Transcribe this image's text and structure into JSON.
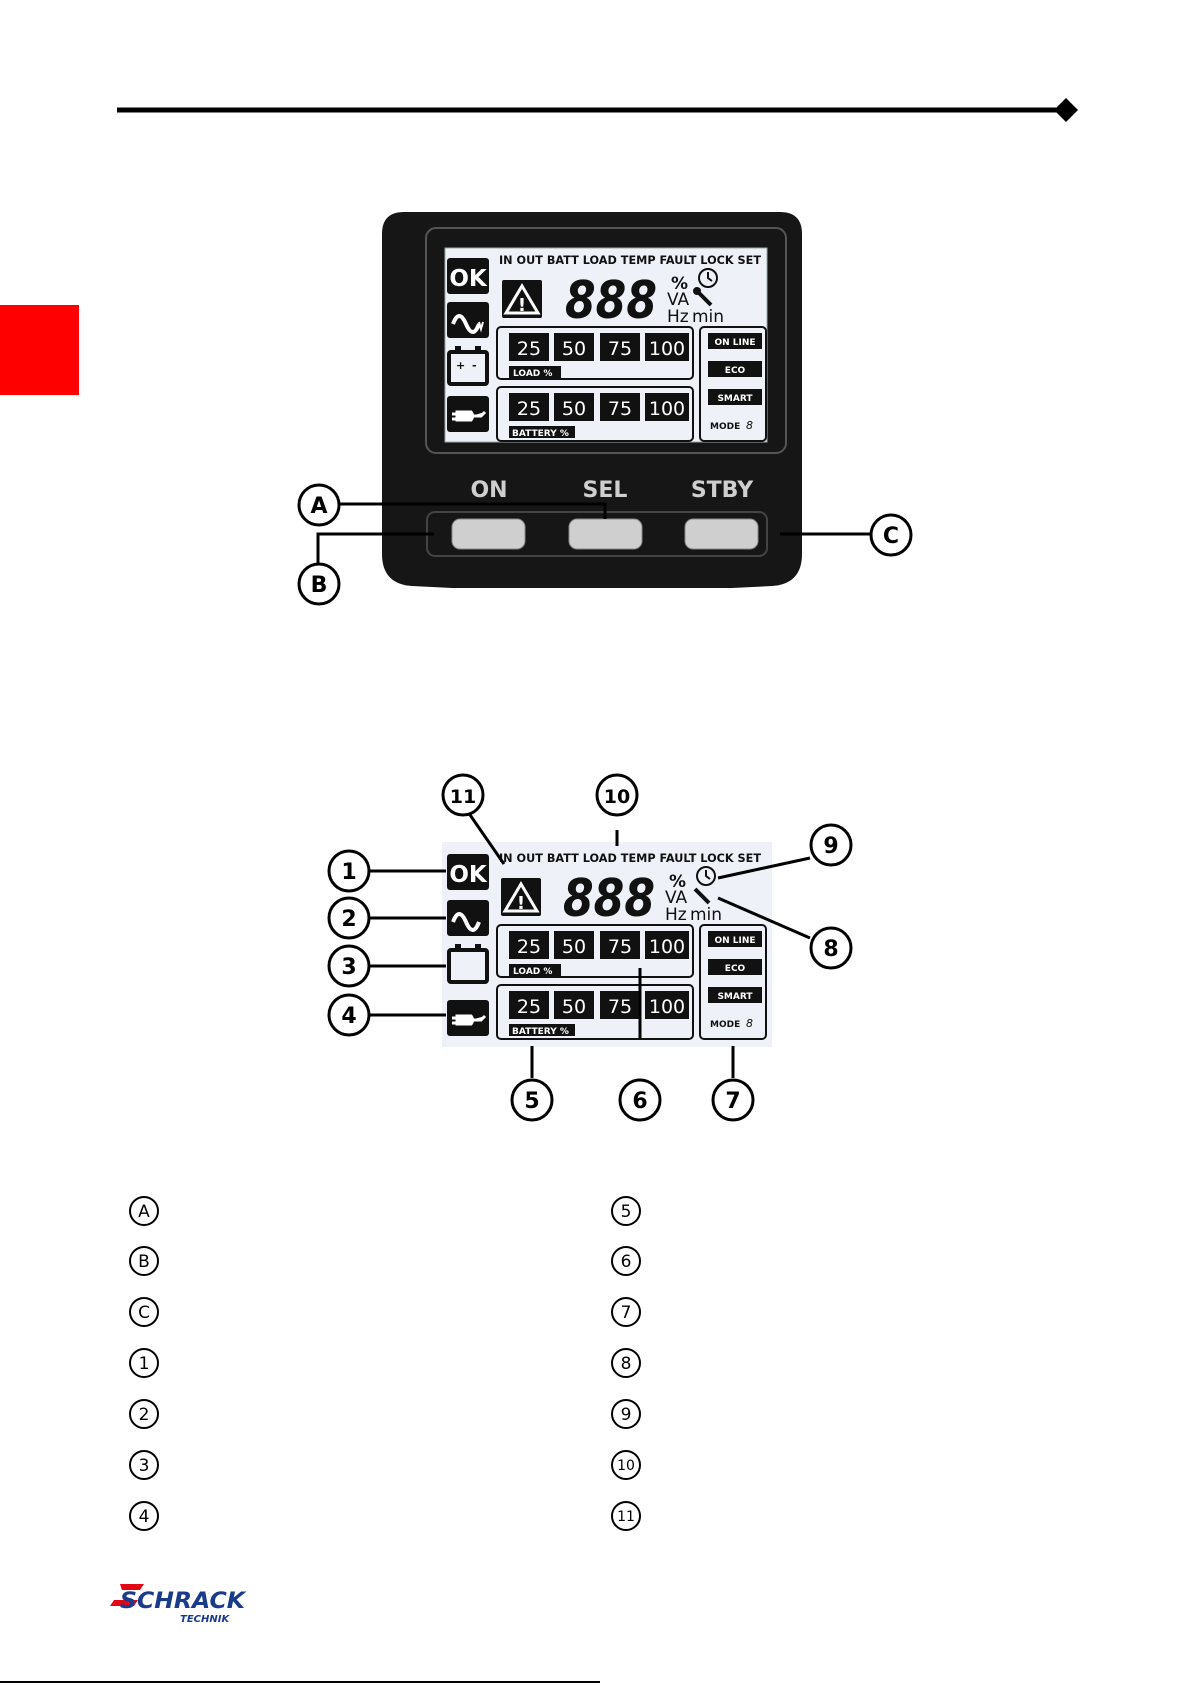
{
  "lcd": {
    "status_labels": "IN OUT BATT LOAD TEMP FAULT LOCK SET",
    "ok_label": "OK",
    "digits": "888",
    "unit_percent": "%",
    "unit_va": "VA",
    "unit_hz": "Hz",
    "unit_min": "min",
    "load_cells": [
      "25",
      "50",
      "75",
      "100"
    ],
    "load_label": "LOAD %",
    "battery_cells": [
      "25",
      "50",
      "75",
      "100"
    ],
    "battery_label": "BATTERY %",
    "mode_on_line": "ON LINE",
    "mode_eco": "ECO",
    "mode_smart": "SMART",
    "mode_label": "MODE",
    "mode_digit": "8"
  },
  "panel": {
    "button_on": "ON",
    "button_sel": "SEL",
    "button_stby": "STBY"
  },
  "callouts_panel": [
    "A",
    "B",
    "C"
  ],
  "callouts_lcd": [
    "1",
    "2",
    "3",
    "4",
    "5",
    "6",
    "7",
    "8",
    "9",
    "10",
    "11"
  ],
  "legend_left": [
    "A",
    "B",
    "C",
    "1",
    "2",
    "3",
    "4"
  ],
  "legend_right": [
    "5",
    "6",
    "7",
    "8",
    "9",
    "10",
    "11"
  ],
  "logo": {
    "brand": "SCHRACK",
    "sub": "TECHNIK"
  },
  "colors": {
    "red_tab": "#ff0000",
    "lcd_bg": "#eef2f8",
    "frame": "#1a1a1a",
    "brand_blue": "#1a3b8c"
  }
}
